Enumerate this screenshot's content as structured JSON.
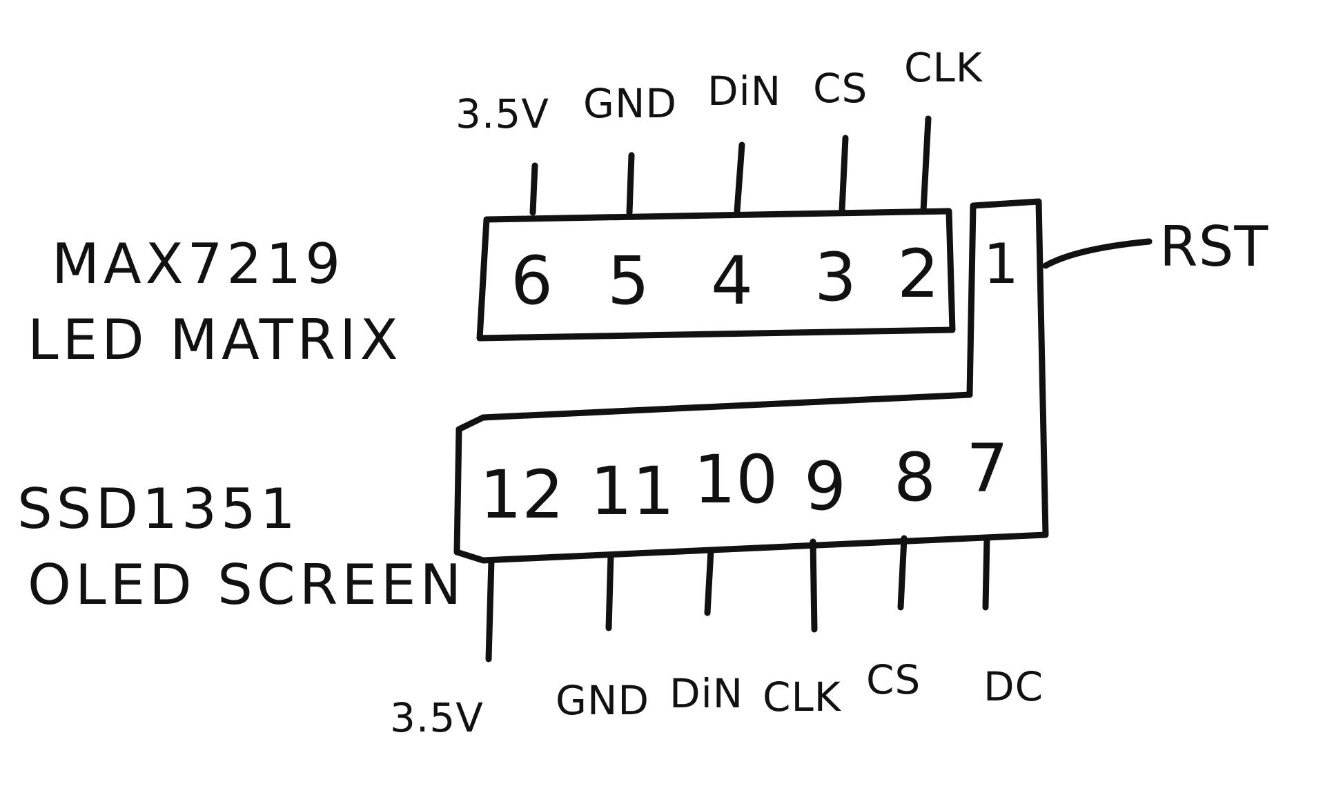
{
  "colors": {
    "ink": "#111111",
    "paper": "#ffffff"
  },
  "max7219": {
    "name_line1": "MAX7219",
    "name_line2": "LED MATRIX",
    "pins": [
      {
        "number": "6",
        "signal": "3.5V"
      },
      {
        "number": "5",
        "signal": "GND"
      },
      {
        "number": "4",
        "signal": "DiN"
      },
      {
        "number": "3",
        "signal": "CS"
      },
      {
        "number": "2",
        "signal": "CLK"
      }
    ]
  },
  "shared_pin": {
    "number_top": "1",
    "number_bottom": "7",
    "signal": "RST"
  },
  "ssd1351": {
    "name_line1": "SSD1351",
    "name_line2": "OLED SCREEN",
    "pins": [
      {
        "number": "12",
        "signal": "3.5V"
      },
      {
        "number": "11",
        "signal": "GND"
      },
      {
        "number": "10",
        "signal": "DiN"
      },
      {
        "number": "9",
        "signal": "CLK"
      },
      {
        "number": "8",
        "signal": "CS"
      }
    ],
    "extra_pin": {
      "signal": "DC"
    }
  }
}
